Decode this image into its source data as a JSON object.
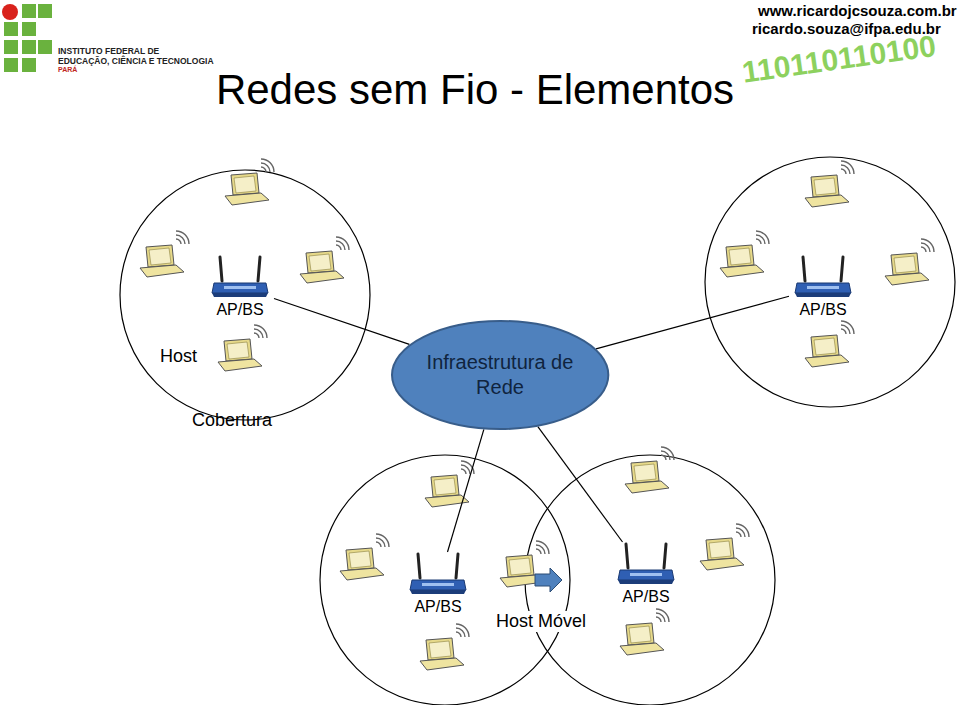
{
  "diagram": {
    "title": "Redes sem Fio - Elementos",
    "nodes": [
      {
        "text": [
          "Infraestrutura de Rede"
        ]
      },
      {
        "text": [
          "AP/BS"
        ]
      },
      {
        "text": [
          "AP/BS"
        ]
      },
      {
        "text": [
          "AP/BS"
        ]
      },
      {
        "text": [
          "AP/BS"
        ]
      }
    ],
    "edges": [
      {
        "from": 1,
        "to": 0,
        "arrow": "none"
      },
      {
        "from": 2,
        "to": 0,
        "arrow": "none"
      },
      {
        "from": 3,
        "to": 0,
        "arrow": "none"
      },
      {
        "from": 4,
        "to": 0,
        "arrow": "none"
      }
    ],
    "labels": [
      "INSTITUTO FEDERAL DE",
      "EDUCAÇÃO, CIÊNCIA E TECNOLOGIA",
      "PARÁ",
      "www.ricardojcsouza.com.br",
      "ricardo.souza@ifpa.edu.br",
      "110110110100",
      "Host",
      "Cobertura",
      "Host Móvel"
    ]
  }
}
